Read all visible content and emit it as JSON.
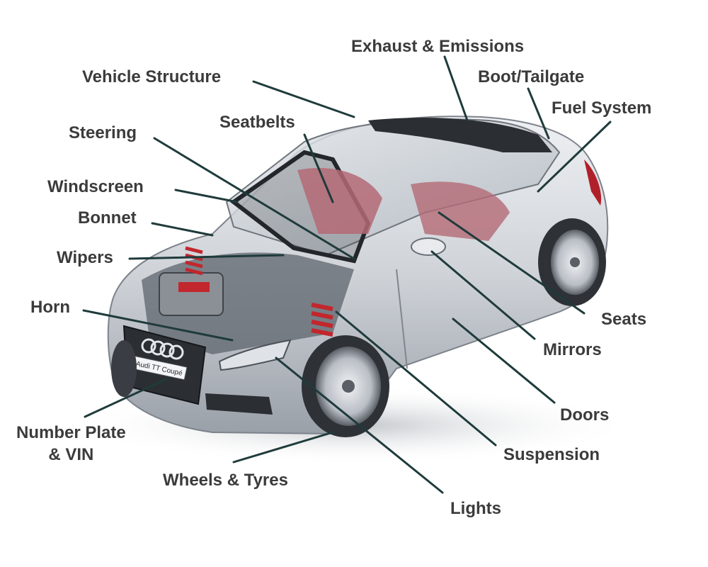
{
  "diagram": {
    "subject": "Audi TT Coupe cutaway",
    "badge_text": "Audi TT Coupé",
    "colors": {
      "leader_line": "#1f3b3b",
      "label_text": "#3b3b3b",
      "car_body": "#c9ccd1",
      "car_shadow": "#8e949c",
      "glass": "#9aa3ad",
      "interior": "#b46a75",
      "spring": "#c1272d"
    },
    "labels": {
      "exhaust": "Exhaust & Emissions",
      "vehicle_structure": "Vehicle Structure",
      "boot": "Boot/Tailgate",
      "fuel": "Fuel System",
      "seatbelts": "Seatbelts",
      "steering": "Steering",
      "windscreen": "Windscreen",
      "bonnet": "Bonnet",
      "wipers": "Wipers",
      "horn": "Horn",
      "seats": "Seats",
      "mirrors": "Mirrors",
      "doors": "Doors",
      "suspension": "Suspension",
      "number_plate_line1": "Number Plate",
      "number_plate_line2": "& VIN",
      "wheels": "Wheels & Tyres",
      "lights": "Lights"
    }
  }
}
